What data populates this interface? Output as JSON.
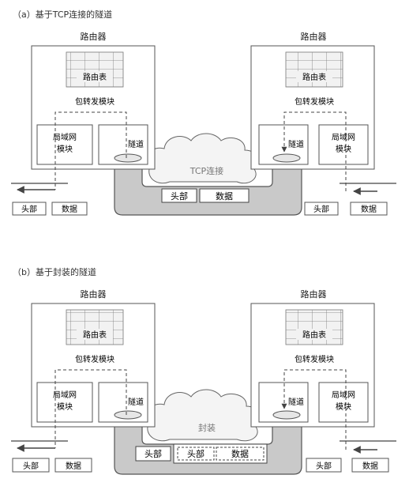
{
  "panel_a": {
    "caption": "（a）基于TCP连接的隧道",
    "left_router": {
      "title": "路由器",
      "table_label": "路由表",
      "forward_label": "包转发模块",
      "lan_label_1": "局域网",
      "lan_label_2": "模块",
      "tunnel_label": "隧道"
    },
    "right_router": {
      "title": "路由器",
      "table_label": "路由表",
      "forward_label": "包转发模块",
      "lan_label_1": "局域网",
      "lan_label_2": "模块",
      "tunnel_label": "隧道"
    },
    "cloud_label": "TCP连接",
    "packet_in_tunnel": {
      "header": "头部",
      "data": "数据"
    },
    "packet_left": {
      "header": "头部",
      "data": "数据"
    },
    "packet_right": {
      "header": "头部",
      "data": "数据"
    }
  },
  "panel_b": {
    "caption": "（b）基于封装的隧道",
    "left_router": {
      "title": "路由器",
      "table_label": "路由表",
      "forward_label": "包转发模块",
      "lan_label_1": "局域网",
      "lan_label_2": "模块",
      "tunnel_label": "隧道"
    },
    "right_router": {
      "title": "路由器",
      "table_label": "路由表",
      "forward_label": "包转发模块",
      "lan_label_1": "局域网",
      "lan_label_2": "模块",
      "tunnel_label": "隧道"
    },
    "cloud_label": "封装",
    "packet_in_tunnel": {
      "outer_header": "头部",
      "inner_header": "头部",
      "inner_data": "数据"
    },
    "packet_left": {
      "header": "头部",
      "data": "数据"
    },
    "packet_right": {
      "header": "头部",
      "data": "数据"
    }
  },
  "colors": {
    "line": "#555555",
    "tunnel_fill": "#c9c9c9",
    "cloud_fill": "#f4f4f4",
    "table_fill": "#f2f2f2",
    "box_fill": "#ffffff"
  }
}
